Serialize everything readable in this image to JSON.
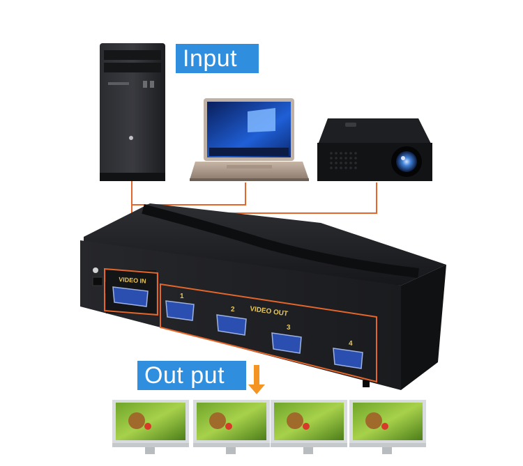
{
  "labels": {
    "input": "Input",
    "output": "Out put"
  },
  "device": {
    "video_in_label": "VIDEO IN",
    "video_out_label": "VIDEO OUT",
    "port_numbers": [
      "1",
      "2",
      "3",
      "4"
    ]
  },
  "colors": {
    "label_bg": "#2f8fde",
    "label_text": "#ffffff",
    "connector_line": "#e4662a",
    "output_arrow": "#f49422",
    "splitter_body": "#1f2024",
    "vga_port": "#2a4fb0",
    "silkscreen": "#e7c65a"
  },
  "icons": {
    "input_sources": [
      "desktop-tower-icon",
      "laptop-icon",
      "projector-icon"
    ],
    "output_displays": [
      "monitor-icon",
      "monitor-icon",
      "monitor-icon",
      "monitor-icon"
    ],
    "arrow": "arrow-down-icon"
  }
}
